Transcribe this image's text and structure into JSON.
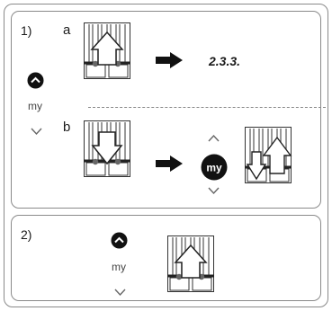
{
  "section1": {
    "step": "1)",
    "label_a": "a",
    "label_b": "b",
    "code": "2.3.3.",
    "remote": {
      "up": "▲",
      "my": "my",
      "down": "∨"
    },
    "remote_b": {
      "up": "∧",
      "my": "my",
      "down": "∨"
    }
  },
  "section2": {
    "step": "2)",
    "remote": {
      "up": "▲",
      "my": "my",
      "down": "∨"
    }
  }
}
